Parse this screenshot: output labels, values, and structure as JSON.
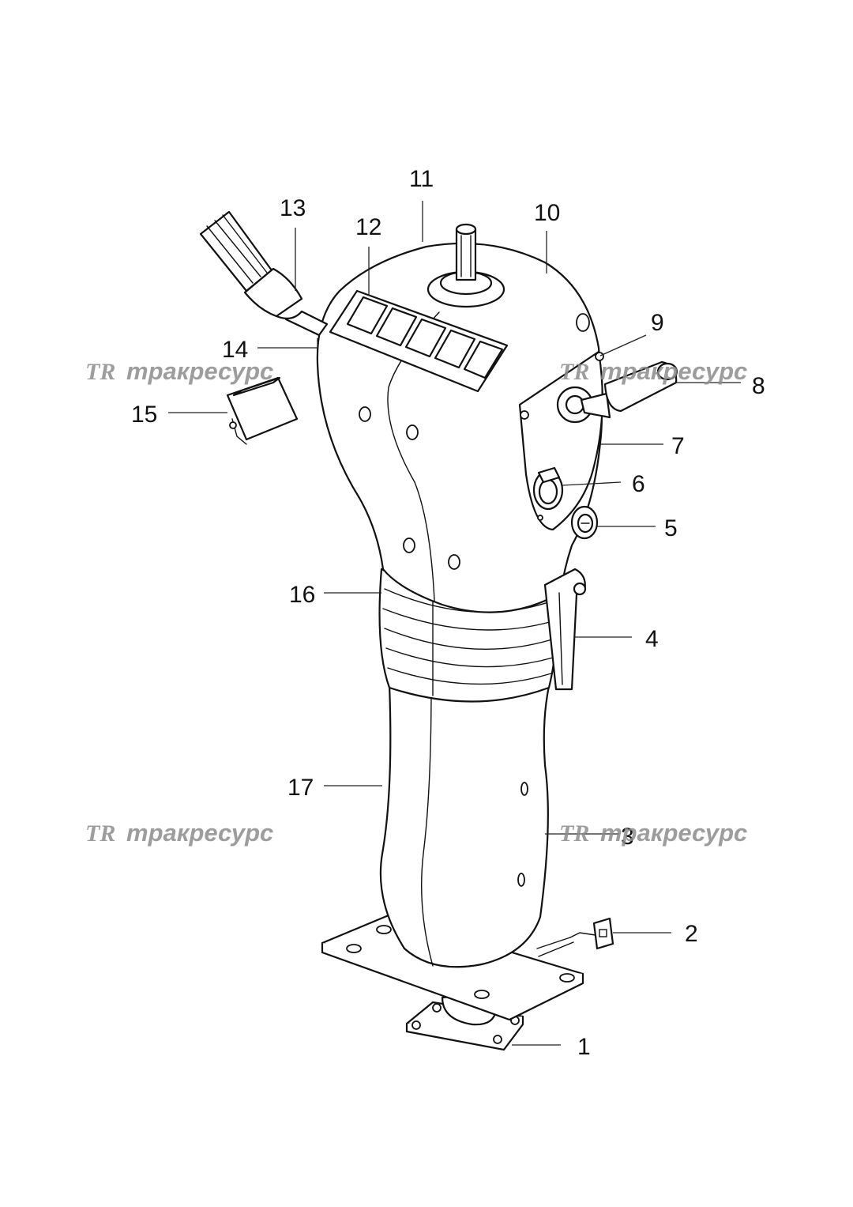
{
  "watermark": {
    "logo": "TR",
    "text": "тракресурс",
    "color": "#8c8c8c"
  },
  "callouts": [
    {
      "id": "1",
      "label": "1"
    },
    {
      "id": "2",
      "label": "2"
    },
    {
      "id": "3",
      "label": "3"
    },
    {
      "id": "4",
      "label": "4"
    },
    {
      "id": "5",
      "label": "5"
    },
    {
      "id": "6",
      "label": "6"
    },
    {
      "id": "7",
      "label": "7"
    },
    {
      "id": "8",
      "label": "8"
    },
    {
      "id": "9",
      "label": "9"
    },
    {
      "id": "10",
      "label": "10"
    },
    {
      "id": "11",
      "label": "11"
    },
    {
      "id": "12",
      "label": "12"
    },
    {
      "id": "13",
      "label": "13"
    },
    {
      "id": "14",
      "label": "14"
    },
    {
      "id": "15",
      "label": "15"
    },
    {
      "id": "16",
      "label": "16"
    },
    {
      "id": "17",
      "label": "17"
    }
  ]
}
